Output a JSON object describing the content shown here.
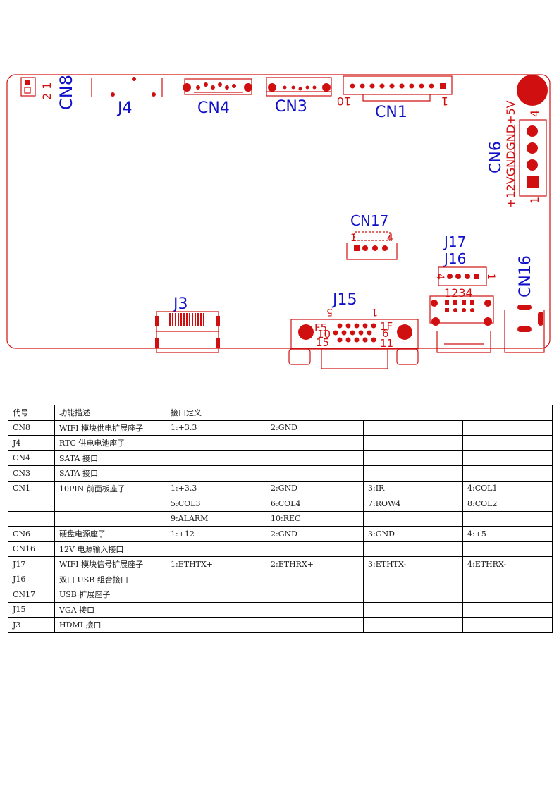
{
  "board": {
    "labels": {
      "cn8": "CN8",
      "j4": "J4",
      "cn4": "CN4",
      "cn3": "CN3",
      "cn1": "CN1",
      "cn6": "CN6",
      "cn17": "CN17",
      "j17": "J17",
      "j16": "J16",
      "cn16": "CN16",
      "j15": "J15",
      "j3": "J3"
    },
    "pins": {
      "cn8": "2 1",
      "cn1_left": "10",
      "cn1_right": "1",
      "cn6_top": "4",
      "cn6_bottom": "1",
      "cn6_signals": "+12VGNDGND+5V",
      "cn17_left": "1",
      "cn17_right": "4",
      "j17_left": "4",
      "j17_right": "1",
      "j16_nums": "1234",
      "j15_5": "5",
      "j15_1": "1",
      "j15_f5": "F5",
      "j15_10": "10",
      "j15_15": "15",
      "j15_1f": "1F",
      "j15_6": "6",
      "j15_11": "11"
    },
    "colors": {
      "silkscreen": "#d01010",
      "label": "#1010c8"
    }
  },
  "table": {
    "headers": [
      "代号",
      "功能描述",
      "接口定义"
    ],
    "rows": [
      [
        "CN8",
        "WIFI 模块供电扩展座子",
        "1:+3.3",
        "2:GND",
        "",
        ""
      ],
      [
        "J4",
        "RTC 供电电池座子",
        "",
        "",
        "",
        ""
      ],
      [
        "CN4",
        "SATA 接口",
        "",
        "",
        "",
        ""
      ],
      [
        "CN3",
        "SATA 接口",
        "",
        "",
        "",
        ""
      ],
      [
        "CN1",
        "10PIN 前面板座子",
        "1:+3.3",
        "2:GND",
        "3:IR",
        "4:COL1"
      ],
      [
        "",
        "",
        "5:COL3",
        "6:COL4",
        "7:ROW4",
        "8:COL2"
      ],
      [
        "",
        "",
        "9:ALARM",
        "10:REC",
        "",
        ""
      ],
      [
        "CN6",
        "硬盘电源座子",
        "1:+12",
        "2:GND",
        "3:GND",
        "4:+5"
      ],
      [
        "CN16",
        "12V 电源输入接口",
        "",
        "",
        "",
        ""
      ],
      [
        "J17",
        "WIFI 模块信号扩展座子",
        "1:ETHTX+",
        "2:ETHRX+",
        "3:ETHTX-",
        "4:ETHRX-"
      ],
      [
        "J16",
        "双口 USB 组合接口",
        "",
        "",
        "",
        ""
      ],
      [
        "CN17",
        "USB 扩展座子",
        "",
        "",
        "",
        ""
      ],
      [
        "J15",
        "VGA 接口",
        "",
        "",
        "",
        ""
      ],
      [
        "J3",
        "HDMI 接口",
        "",
        "",
        "",
        ""
      ]
    ]
  }
}
